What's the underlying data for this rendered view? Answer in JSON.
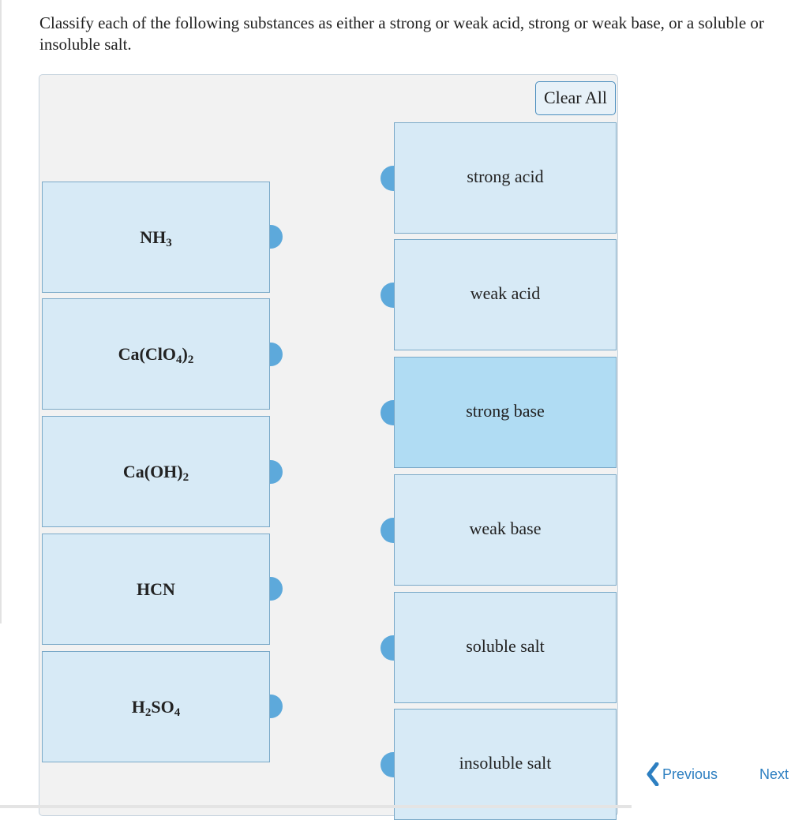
{
  "instructions": "Classify each of the following substances as either a strong or weak acid, strong or weak base, or a soluble or insoluble salt.",
  "clear_all_label": "Clear All",
  "substances": [
    {
      "base": "NH",
      "sub1": "3",
      "mid": "",
      "sub2": "",
      "tail": ""
    },
    {
      "base": "Ca(ClO",
      "sub1": "4",
      "mid": ")",
      "sub2": "2",
      "tail": ""
    },
    {
      "base": "Ca(OH)",
      "sub1": "2",
      "mid": "",
      "sub2": "",
      "tail": ""
    },
    {
      "base": "HCN",
      "sub1": "",
      "mid": "",
      "sub2": "",
      "tail": ""
    },
    {
      "base": "H",
      "sub1": "2",
      "mid": "SO",
      "sub2": "4",
      "tail": ""
    }
  ],
  "categories": [
    "strong acid",
    "weak acid",
    "strong base",
    "weak base",
    "soluble salt",
    "insoluble salt"
  ],
  "highlighted_category": "strong base",
  "nav": {
    "previous": "Previous",
    "next": "Next"
  },
  "colors": {
    "tile_bg": "#d7eaf6",
    "tile_highlight": "#b0dcf3",
    "connector": "#5da9db",
    "link": "#2d7fc1"
  }
}
